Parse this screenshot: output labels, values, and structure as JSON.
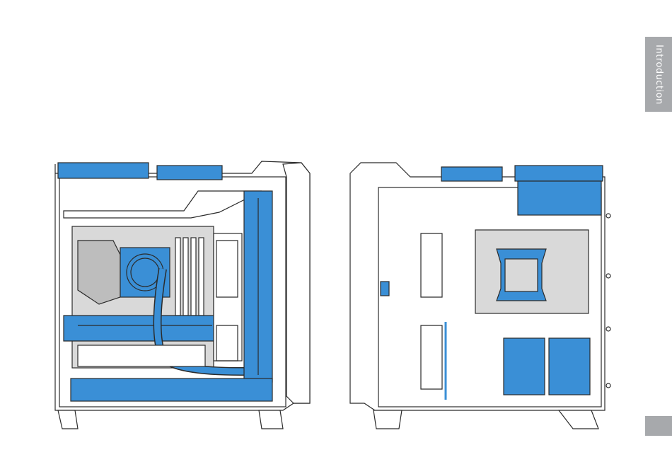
{
  "side_tab": {
    "label": "Introduction"
  },
  "page_number": {
    "label": ""
  },
  "colors": {
    "accent": "#3a8fd6",
    "tab_gray": "#a7a9ac",
    "panel_gray": "#d9d9d9",
    "line": "#2b2b2b"
  },
  "figures": [
    {
      "name": "case-front-side-view"
    },
    {
      "name": "case-rear-side-view"
    }
  ]
}
